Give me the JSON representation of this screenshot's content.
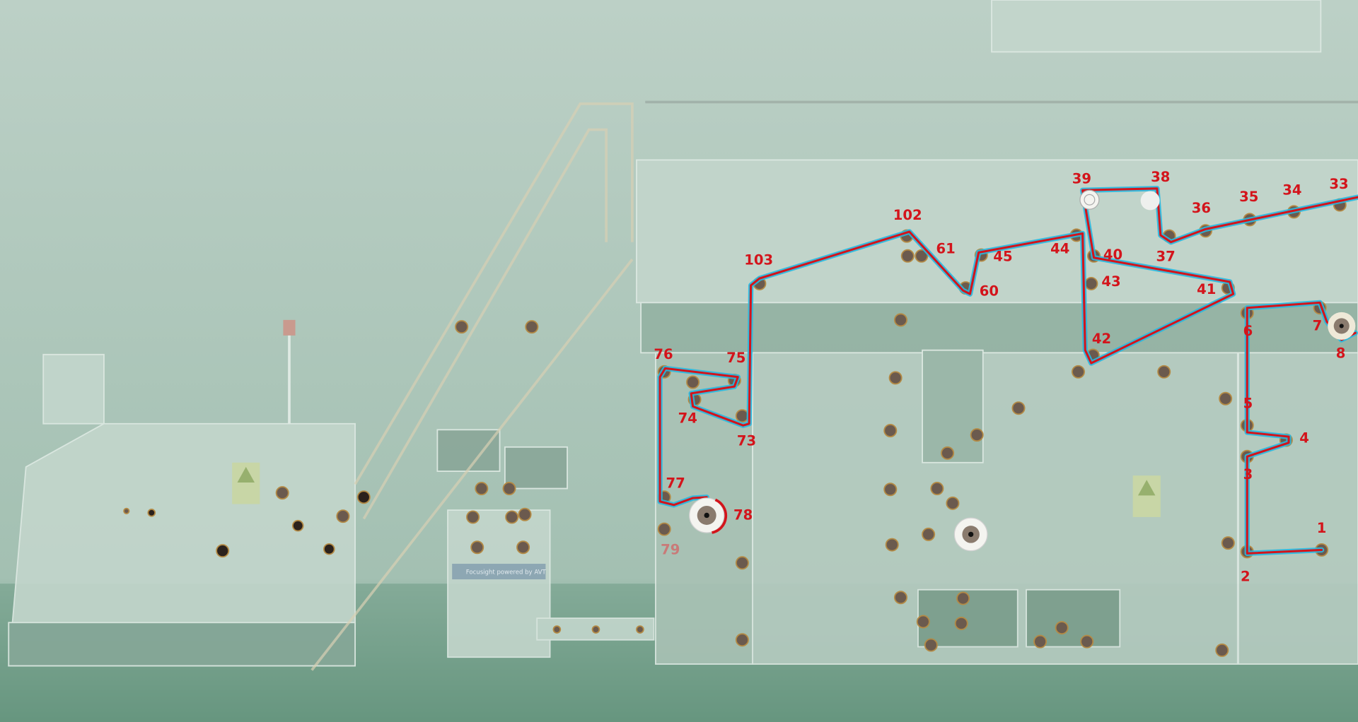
{
  "scene": {
    "title": "Web path roller diagram",
    "brand_plate": "Focusight powered by AVT",
    "colors": {
      "web_path": "#d3141b",
      "web_glow": "#28b8e0",
      "label": "#d3141b",
      "background": "#a9c3b6"
    }
  },
  "roller_labels": [
    "1",
    "2",
    "3",
    "4",
    "5",
    "6",
    "7",
    "8",
    "33",
    "34",
    "35",
    "36",
    "37",
    "38",
    "39",
    "40",
    "41",
    "42",
    "43",
    "44",
    "45",
    "60",
    "61",
    "102",
    "103",
    "73",
    "74",
    "75",
    "76",
    "77",
    "78",
    "79"
  ]
}
